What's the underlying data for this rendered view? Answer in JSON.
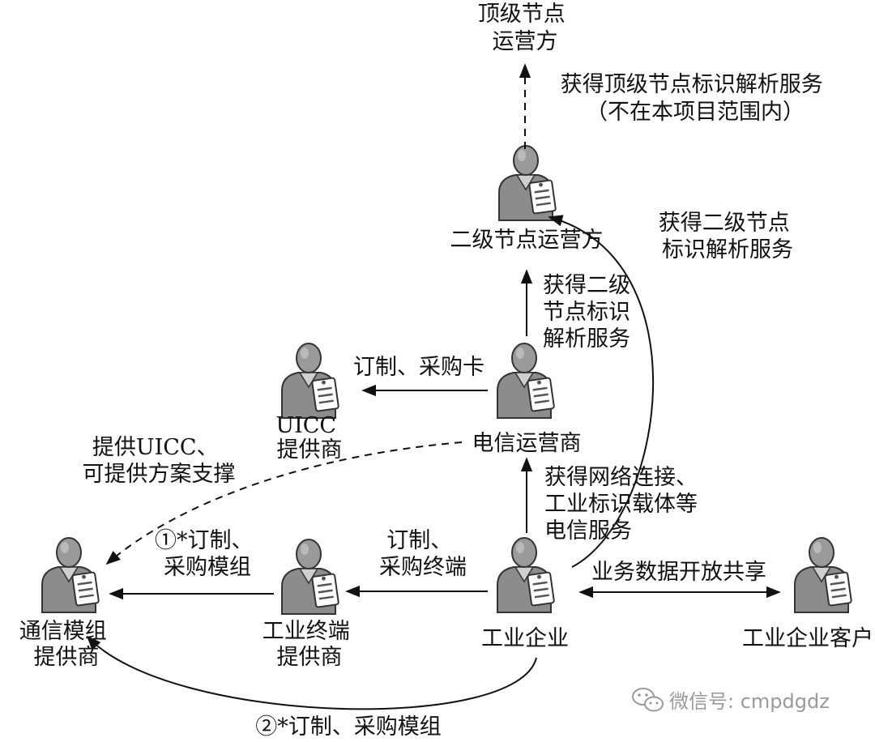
{
  "nodes": {
    "top_operator": [
      "顶级节点",
      "运营方"
    ],
    "secondary_operator": [
      "二级节点运营方"
    ],
    "telecom_operator": [
      "电信运营商"
    ],
    "uicc_provider": [
      "UICC",
      "提供商"
    ],
    "module_provider": [
      "通信模组",
      "提供商"
    ],
    "terminal_provider": [
      "工业终端",
      "提供商"
    ],
    "industrial_enterprise": [
      "工业企业"
    ],
    "enterprise_customer": [
      "工业企业客户"
    ]
  },
  "edges": {
    "top_service": [
      "获得顶级节点标识解析服务",
      "（不在本项目范围内）"
    ],
    "secondary_service_from_enterprise": [
      "获得二级节点",
      "标识解析服务"
    ],
    "secondary_service_from_telecom": [
      "获得二级",
      "节点标识",
      "解析服务"
    ],
    "order_card": [
      "订制、采购卡"
    ],
    "uicc_support": [
      "提供UICC、",
      "可提供方案支撑"
    ],
    "network_service": [
      "获得网络连接、",
      "工业标识载体等",
      "电信服务"
    ],
    "order_terminal": [
      "订制、",
      "采购终端"
    ],
    "order_module_1": [
      "①*订制、",
      "采购模组"
    ],
    "order_module_2": [
      "②*订制、采购模组"
    ],
    "data_sharing": [
      "业务数据开放共享"
    ]
  },
  "watermark": "微信号: cmpdgdz",
  "colors": {
    "line": "#111111",
    "figure_gray": "#8c8c8c",
    "figure_dark": "#555555",
    "figure_light": "#cfcfcf",
    "watermark": "#9a9a9a"
  }
}
